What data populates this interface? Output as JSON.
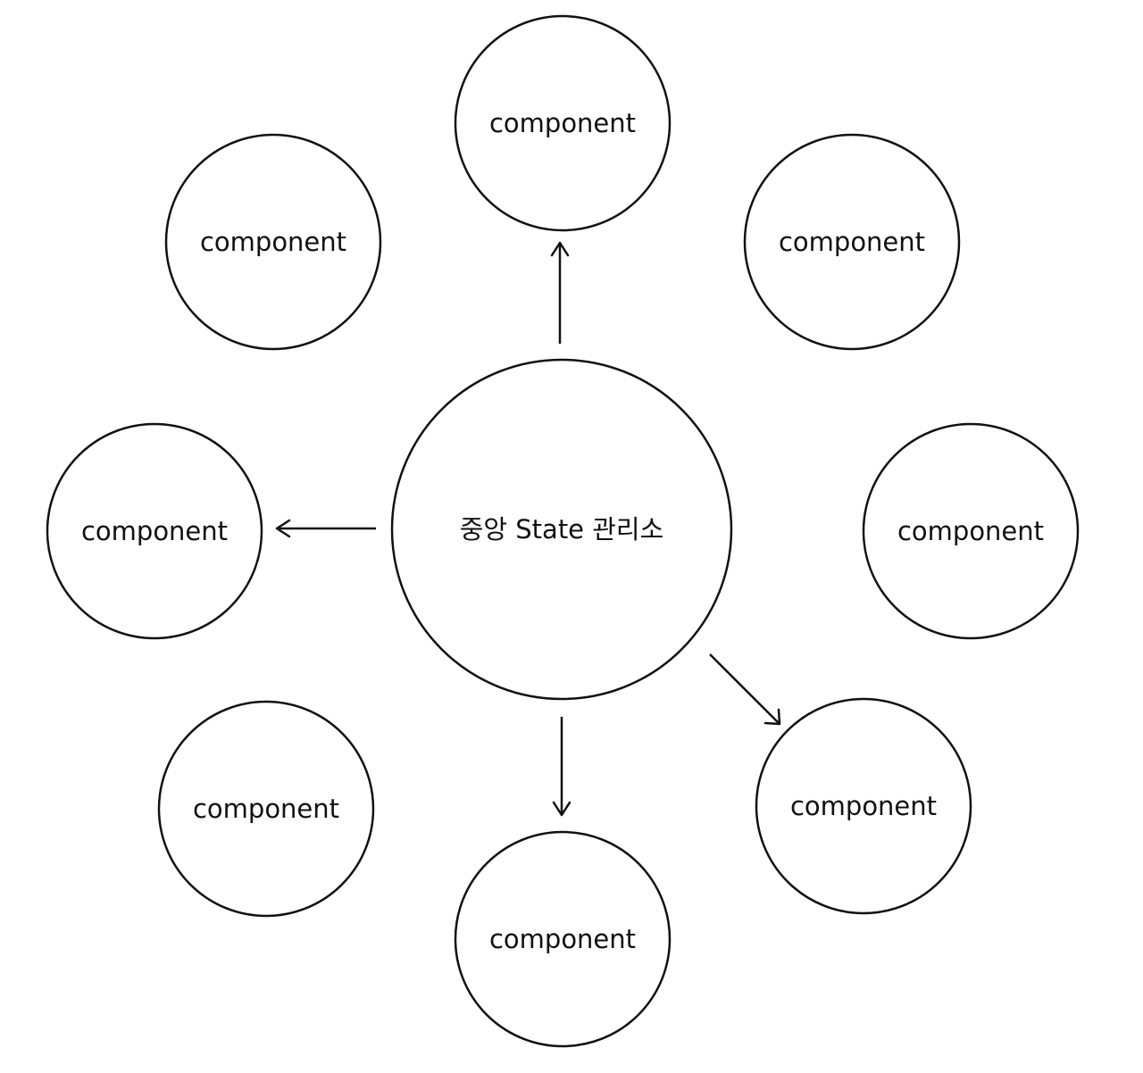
{
  "diagram": {
    "center": {
      "label": "중앙 State 관리소"
    },
    "nodes": [
      {
        "id": "top",
        "label": "component"
      },
      {
        "id": "top-left",
        "label": "component"
      },
      {
        "id": "top-right",
        "label": "component"
      },
      {
        "id": "left",
        "label": "component"
      },
      {
        "id": "right",
        "label": "component"
      },
      {
        "id": "bottom-left",
        "label": "component"
      },
      {
        "id": "bottom",
        "label": "component"
      },
      {
        "id": "bottom-right",
        "label": "component"
      }
    ],
    "arrows": [
      {
        "from": "center",
        "to": "top"
      },
      {
        "from": "center",
        "to": "left"
      },
      {
        "from": "center",
        "to": "bottom"
      },
      {
        "from": "center",
        "to": "bottom-right"
      }
    ]
  }
}
